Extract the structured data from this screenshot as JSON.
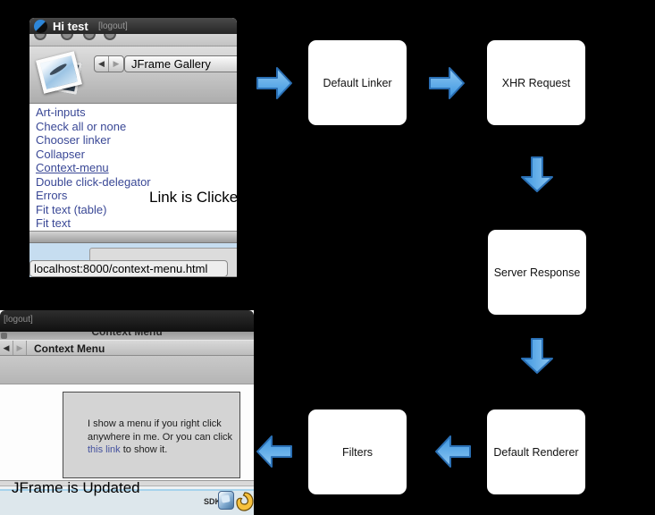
{
  "annotations": {
    "link_clicked": "Link is Clicked",
    "jframe_updated": "JFrame is Updated"
  },
  "flow": {
    "boxes": [
      {
        "label": "Default Linker"
      },
      {
        "label": "XHR Request"
      },
      {
        "label": "Server Response"
      },
      {
        "label": "Default Renderer"
      },
      {
        "label": "Filters"
      }
    ],
    "arrow_fill_top": "#8fc8f2",
    "arrow_fill_bottom": "#3b95e0",
    "arrow_border": "#2a6fb4"
  },
  "top_window": {
    "titlebar": {
      "title": "Hi test",
      "logout": "[logout]"
    },
    "toolbar": {
      "back_glyph": "◀",
      "forward_glyph": "▶",
      "title": "JFrame Gallery"
    },
    "links": [
      "Art-inputs",
      "Check all or none",
      "Chooser linker",
      "Collapser",
      "Context-menu",
      "Double click-delegator",
      "Errors",
      "Fit text (table)",
      "Fit text"
    ],
    "status_url": "localhost:8000/context-menu.html"
  },
  "bottom_window": {
    "logout": "[logout]",
    "window_title": "Context Menu",
    "toolbar": {
      "back_glyph": "◀",
      "forward_glyph": "▶",
      "title": "Context Menu"
    },
    "content": {
      "line1": "I show a menu if you right click",
      "line2": "anywhere in me. Or you can click",
      "link_text": "this link",
      "line3_rest": " to show it."
    },
    "taskbar": {
      "sdk": "SDK"
    }
  },
  "colors": {
    "background": "#000000",
    "link_navy": "#3a4896",
    "light_blue_bar": "#c6ddf0"
  }
}
